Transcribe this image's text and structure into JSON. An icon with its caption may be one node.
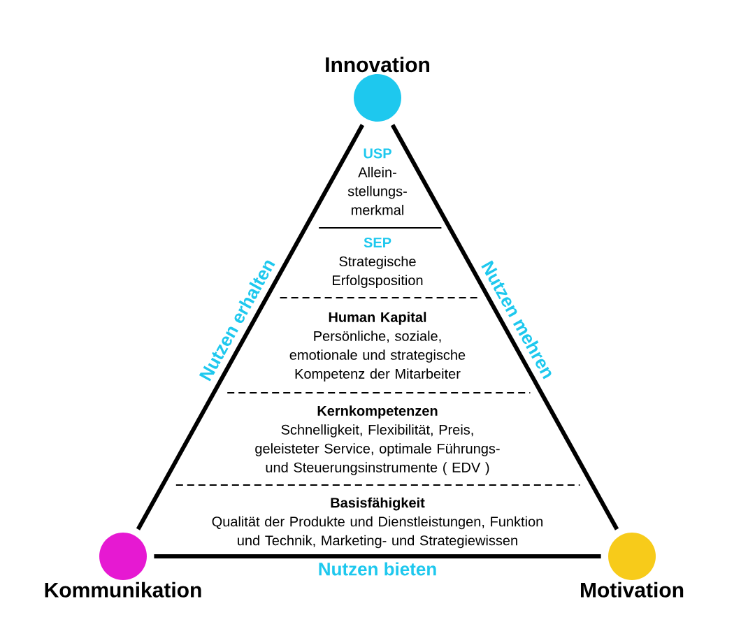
{
  "diagram": {
    "nodes": [
      {
        "text": [
          "Innovation"
        ]
      },
      {
        "text": [
          "Kommunikation"
        ]
      },
      {
        "text": [
          "Motivation"
        ]
      },
      {
        "text": [
          "USP",
          "Allein- stellungs- merkmal"
        ]
      },
      {
        "text": [
          "SEP",
          "Strategische Erfolgsposition"
        ]
      },
      {
        "text": [
          "Human Kapital",
          "Persönliche, soziale, emotionale und strategische Kompetenz der Mitarbeiter"
        ]
      },
      {
        "text": [
          "Kernkompetenzen",
          "Schnelligkeit, Flexibilität, Preis, geleisteter Service, optimale Führungs- und Steuerungsinstrumente ( EDV )"
        ]
      },
      {
        "text": [
          "Basisfähigkeit",
          "Qualität der Produkte und Dienstleistungen, Funktion und Technik, Marketing- und Strategiewissen"
        ]
      }
    ],
    "edges": [
      {
        "from": 0,
        "to": 1,
        "arrow": "none",
        "label": "Nutzen erhalten"
      },
      {
        "from": 0,
        "to": 2,
        "arrow": "none",
        "label": "Nutzen mehren"
      },
      {
        "from": 1,
        "to": 2,
        "arrow": "none",
        "label": "Nutzen bieten"
      }
    ]
  }
}
